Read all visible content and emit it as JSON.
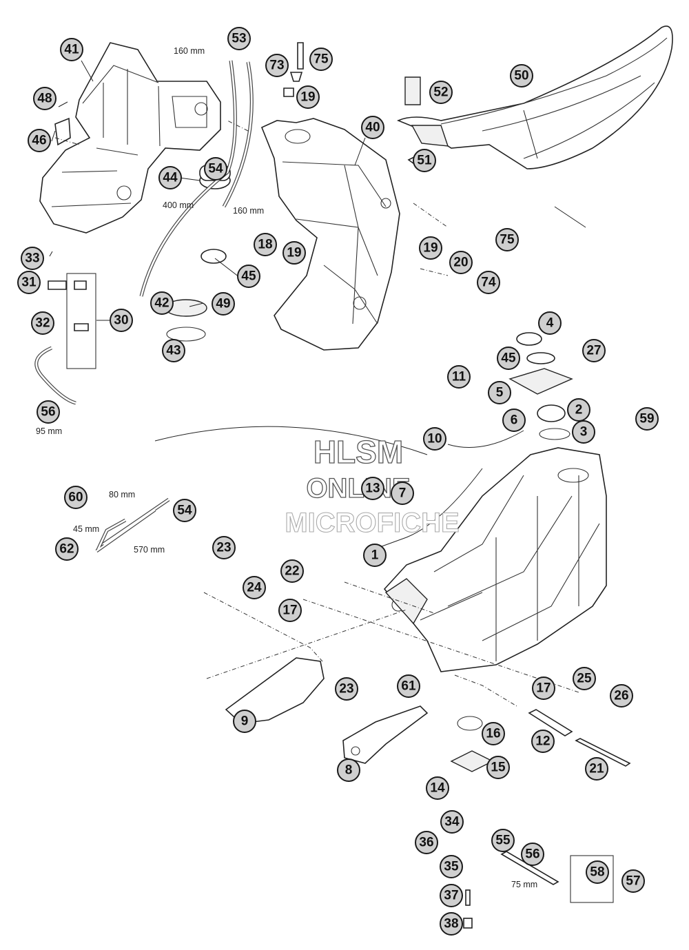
{
  "watermark": {
    "line1": "HLSM",
    "line2": "ONLINE",
    "line3": "MICROFICHE"
  },
  "callouts": [
    "41",
    "53",
    "73",
    "75",
    "50",
    "52",
    "48",
    "19",
    "46",
    "40",
    "54",
    "51",
    "44",
    "18",
    "19",
    "19",
    "75",
    "20",
    "33",
    "45",
    "31",
    "74",
    "30",
    "32",
    "42",
    "49",
    "4",
    "43",
    "27",
    "11",
    "45",
    "5",
    "56",
    "2",
    "6",
    "59",
    "10",
    "3",
    "13",
    "7",
    "60",
    "54",
    "62",
    "23",
    "1",
    "22",
    "24",
    "17",
    "25",
    "17",
    "26",
    "9",
    "23",
    "61",
    "16",
    "12",
    "8",
    "15",
    "21",
    "14",
    "34",
    "36",
    "55",
    "56",
    "35",
    "58",
    "57",
    "37",
    "38"
  ],
  "dimensions": [
    "160 mm",
    "400 mm",
    "160 mm",
    "95 mm",
    "80 mm",
    "45 mm",
    "570 mm",
    "75 mm"
  ],
  "colors": {
    "callout_fill": "#cfcfcf",
    "outline": "#222222"
  }
}
